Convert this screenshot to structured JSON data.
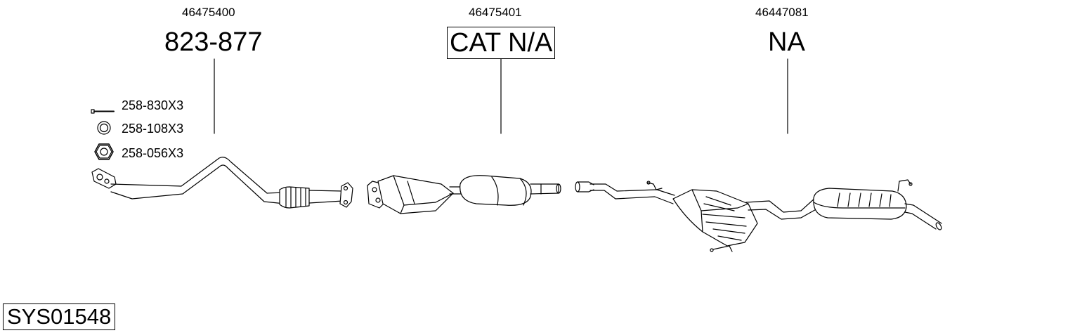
{
  "parts": [
    {
      "oe_number": "46475400",
      "ref": "823-877"
    },
    {
      "oe_number": "46475401",
      "ref": "CAT N/A"
    },
    {
      "oe_number": "46447081",
      "ref": "NA"
    }
  ],
  "hardware": [
    {
      "icon": "bolt-icon",
      "label": "258-830X3"
    },
    {
      "icon": "washer-icon",
      "label": "258-108X3"
    },
    {
      "icon": "nut-icon",
      "label": "258-056X3"
    }
  ],
  "system_code": "SYS01548"
}
